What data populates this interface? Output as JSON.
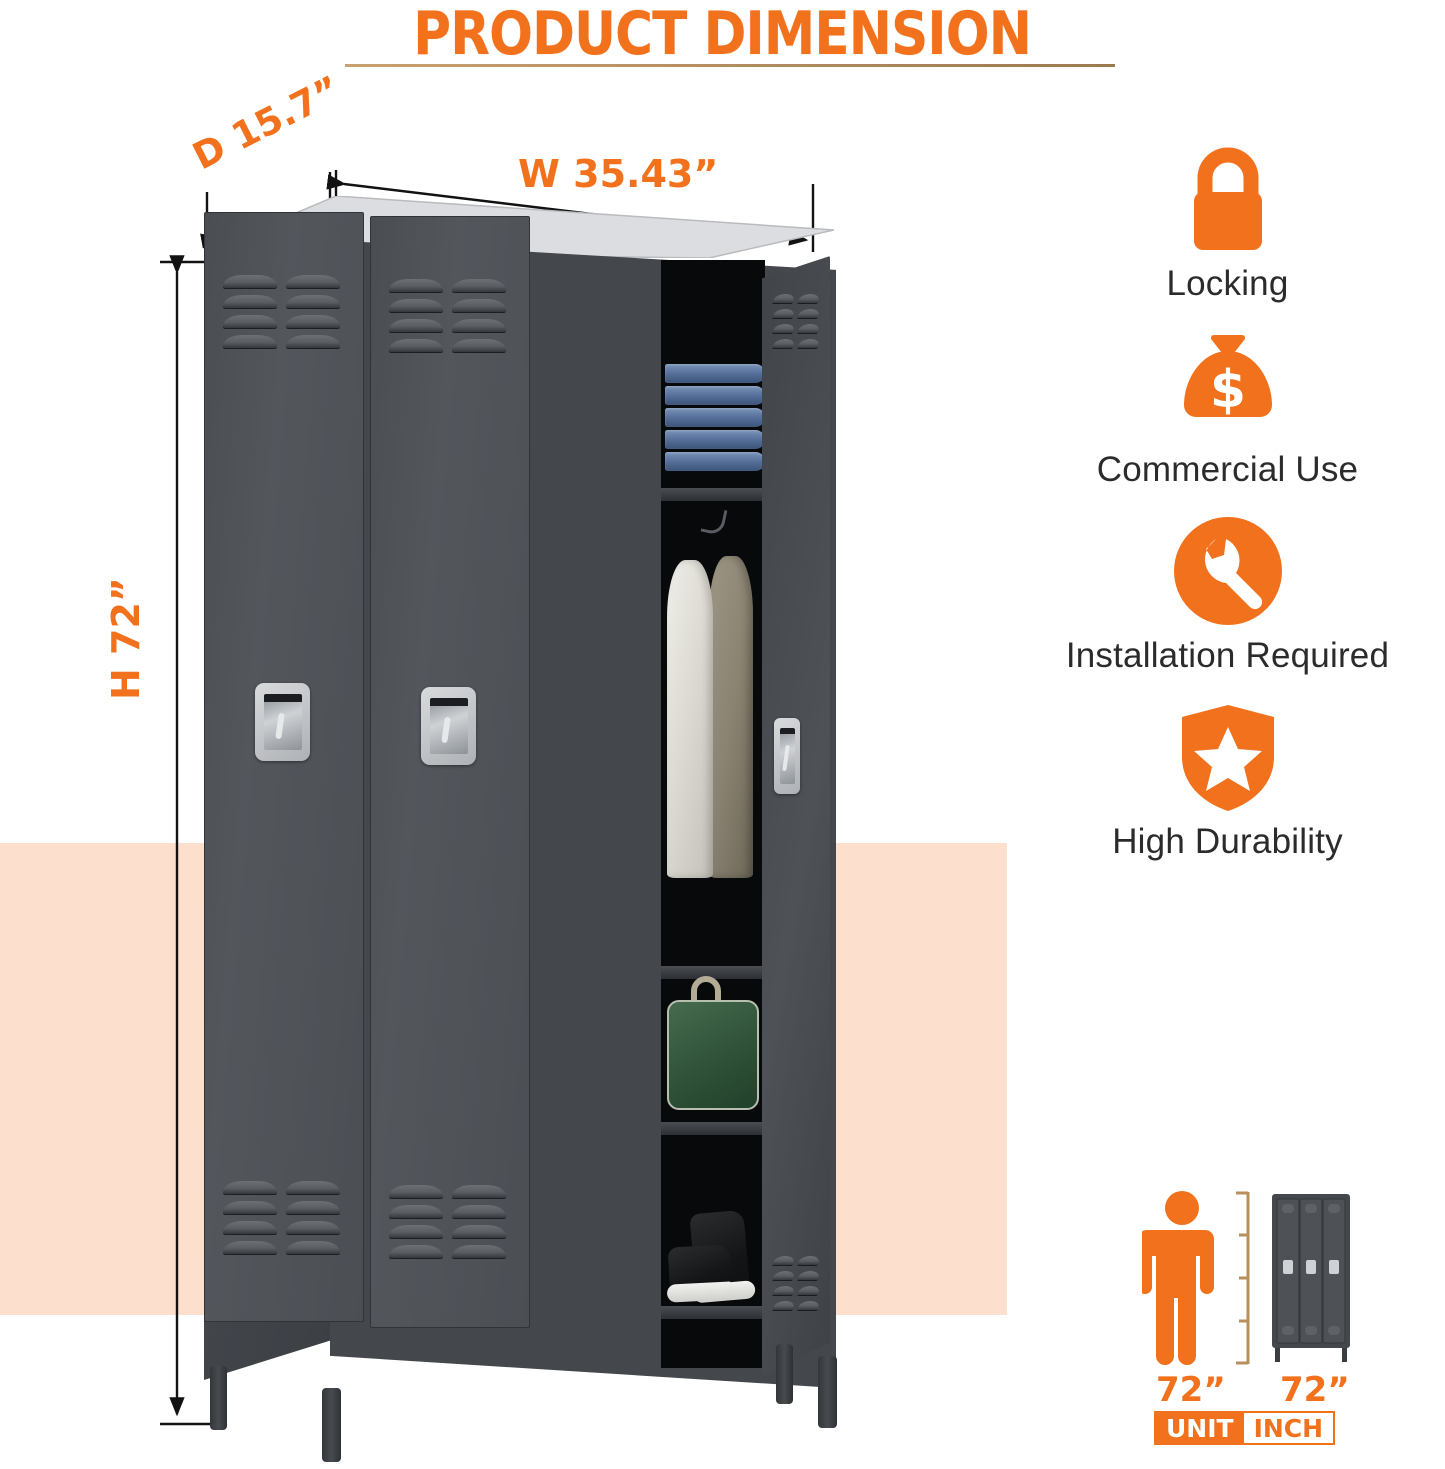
{
  "page": {
    "title": "PRODUCT DIMENSION",
    "background_color": "#ffffff",
    "accent_color": "#f2711c",
    "band_color": "#fce0cd"
  },
  "dimensions": {
    "depth_label": "D 15.7”",
    "width_label": "W 35.43”",
    "height_label": "H 72”"
  },
  "product": {
    "name": "3-door metal storage locker",
    "body_color": "#44484d",
    "door_count": 3,
    "open_door_index": 3,
    "contents": [
      {
        "name": "folded-jeans",
        "color": "#55709a"
      },
      {
        "name": "hanging-white-shirt",
        "color": "#dcdad2"
      },
      {
        "name": "hanging-beige-shirt",
        "color": "#8a8372"
      },
      {
        "name": "green-duffel-bag",
        "color": "#2f5238"
      },
      {
        "name": "black-high-top-sneakers",
        "color": "#141516"
      }
    ]
  },
  "features": [
    {
      "icon": "padlock-icon",
      "label": "Locking"
    },
    {
      "icon": "money-bag-icon",
      "label": "Commercial Use"
    },
    {
      "icon": "wrench-circle-icon",
      "label": "Installation Required"
    },
    {
      "icon": "shield-star-icon",
      "label": "High Durability"
    }
  ],
  "scale": {
    "person_icon": "person-silhouette-icon",
    "ruler_icon": "ruler-icon",
    "locker_icon": "mini-locker-icon",
    "person_value": "72”",
    "locker_value": "72”",
    "unit_word": "UNIT",
    "unit_value": "INCH"
  }
}
